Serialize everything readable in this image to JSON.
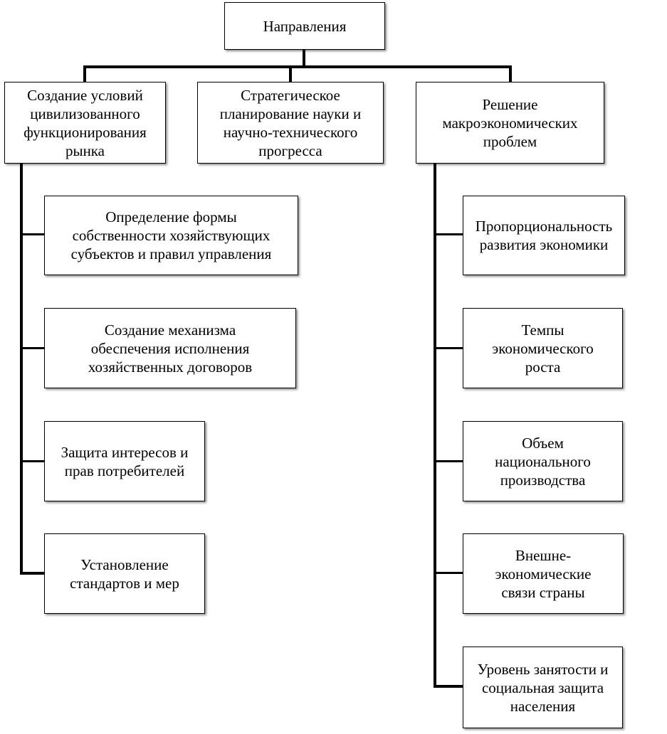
{
  "root": {
    "label": "Направления"
  },
  "branches": [
    {
      "label": "Создание условий\nцивилизованного\nфункционирования\nрынка",
      "children": [
        "Определение формы\nсобственности хозяйствующих\nсубъектов и правил управления",
        "Создание механизма\nобеспечения исполнения\nхозяйственных договоров",
        "Защита интересов и\nправ потребителей",
        "Установление\nстандартов и мер"
      ]
    },
    {
      "label": "Стратегическое\nпланирование науки и\nнаучно-технического\nпрогресса",
      "children": []
    },
    {
      "label": "Решение\nмакроэкономических\nпроблем",
      "children": [
        "Пропорциональность\nразвития экономики",
        "Темпы\nэкономического\nроста",
        "Объем\nнационального\nпроизводства",
        "Внешне-\nэкономические\nсвязи страны",
        "Уровень занятости и\nсоциальная защита\nнаселения"
      ]
    }
  ],
  "colors": {
    "line": "#000000",
    "box_border": "#000000",
    "box_fill": "#ffffff"
  }
}
